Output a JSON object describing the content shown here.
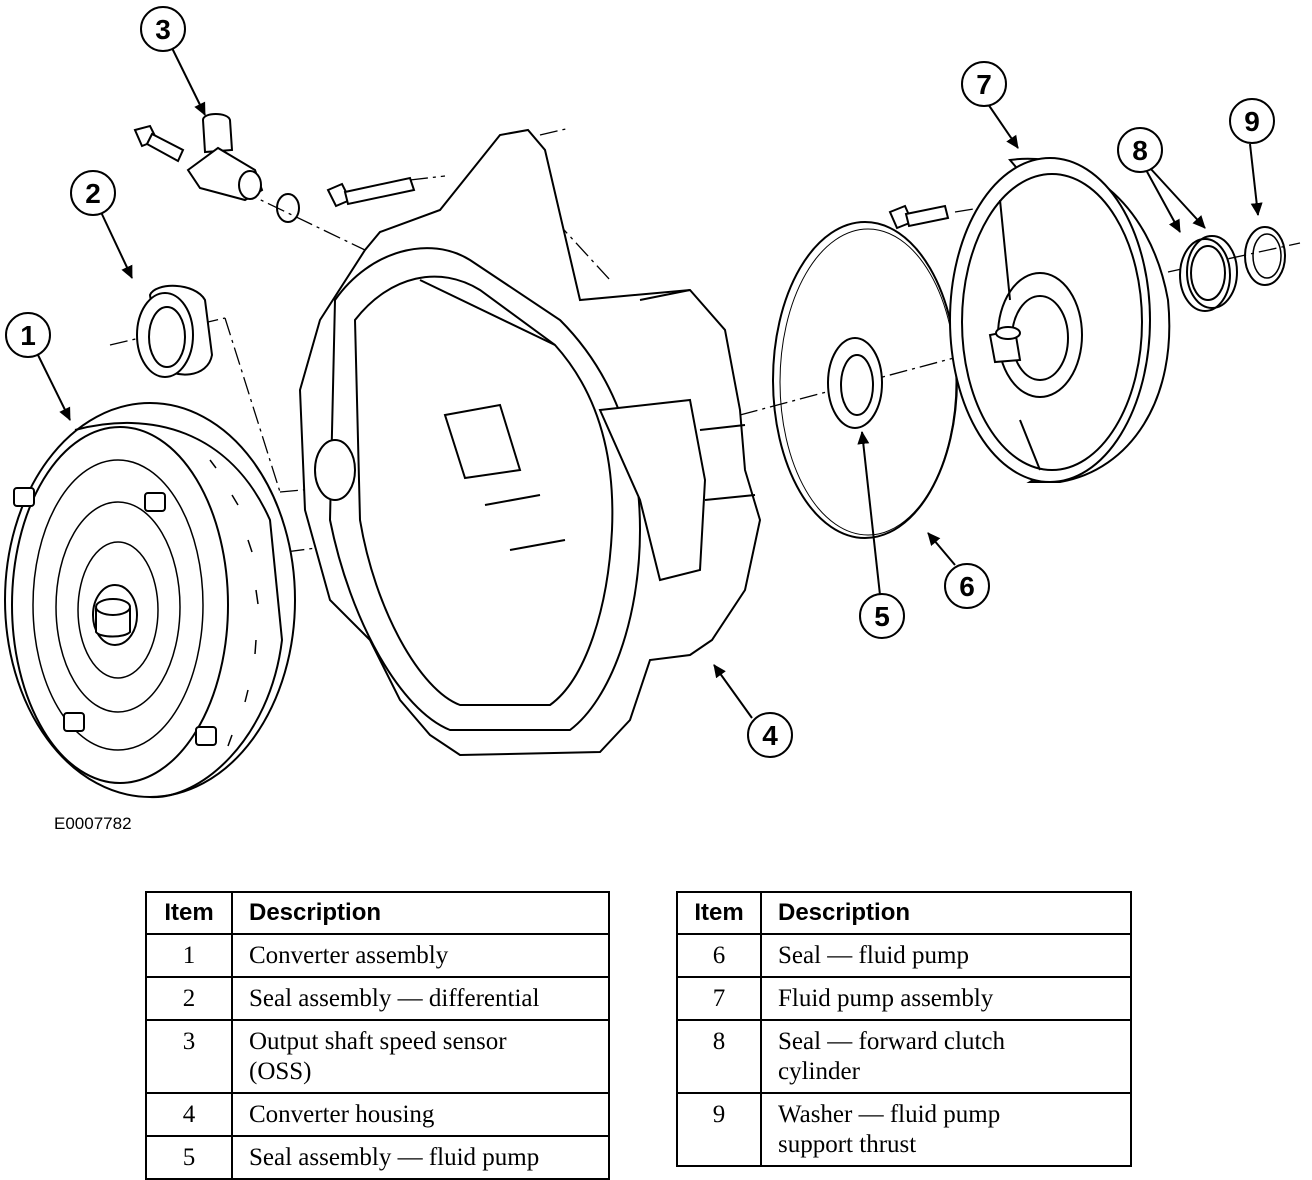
{
  "figure_id": "E0007782",
  "callouts": [
    "1",
    "2",
    "3",
    "4",
    "5",
    "6",
    "7",
    "8",
    "9"
  ],
  "tables": [
    {
      "header": {
        "item": "Item",
        "description": "Description"
      },
      "rows": [
        {
          "item": "1",
          "lines": [
            "Converter assembly"
          ]
        },
        {
          "item": "2",
          "lines": [
            "Seal assembly — differential"
          ]
        },
        {
          "item": "3",
          "lines": [
            "Output shaft speed sensor",
            "(OSS)"
          ]
        },
        {
          "item": "4",
          "lines": [
            "Converter housing"
          ]
        },
        {
          "item": "5",
          "lines": [
            "Seal assembly — fluid pump"
          ]
        }
      ]
    },
    {
      "header": {
        "item": "Item",
        "description": "Description"
      },
      "rows": [
        {
          "item": "6",
          "lines": [
            "Seal — fluid pump"
          ]
        },
        {
          "item": "7",
          "lines": [
            "Fluid pump assembly"
          ]
        },
        {
          "item": "8",
          "lines": [
            "Seal — forward clutch",
            "cylinder"
          ]
        },
        {
          "item": "9",
          "lines": [
            "Washer — fluid pump",
            "support thrust"
          ]
        }
      ]
    }
  ]
}
